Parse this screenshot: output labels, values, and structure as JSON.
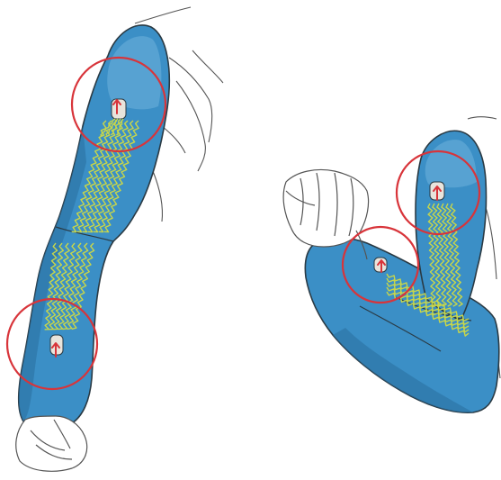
{
  "figure": {
    "subject": "arm-anatomy-illustration",
    "colors": {
      "background": "#ffffff",
      "muscle_fill": "#3b8fc6",
      "muscle_dark": "#2a6f9f",
      "muscle_light": "#6fb3dd",
      "outline": "#2a3a44",
      "fiber": "#c8d64a",
      "circle_marker": "#d8343a",
      "sketch_line": "#555555",
      "tendon_patch": "#e8e4dc",
      "arrow": "#d8343a"
    },
    "panels": [
      {
        "id": "left",
        "pose": "extended-arm",
        "markers": 2
      },
      {
        "id": "right",
        "pose": "flexed-arm",
        "markers": 2
      }
    ]
  }
}
